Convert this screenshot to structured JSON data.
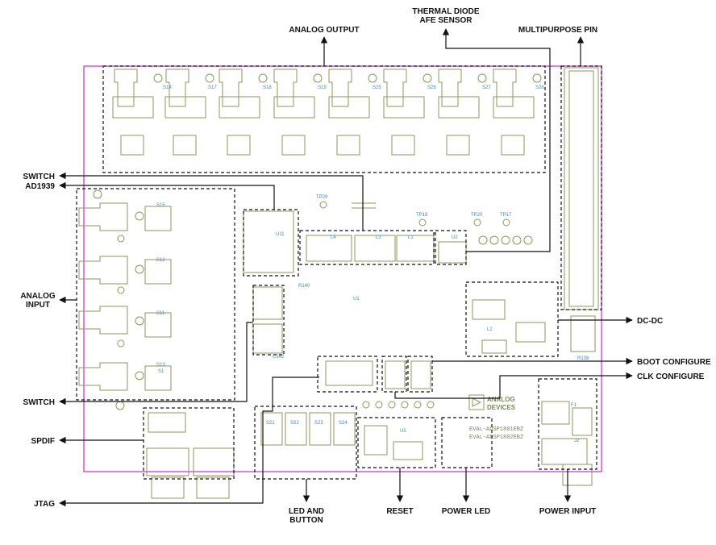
{
  "labels": {
    "analog_output": "ANALOG OUTPUT",
    "thermal_line1": "THERMAL DIODE",
    "thermal_line2": "AFE SENSOR",
    "multipurpose_pin": "MULTIPURPOSE PIN",
    "switch_top": "SWITCH",
    "ad1939": "AD1939",
    "analog_input_line1": "ANALOG",
    "analog_input_line2": "INPUT",
    "dc_dc": "DC-DC",
    "boot_configure": "BOOT CONFIGURE",
    "clk_configure": "CLK CONFIGURE",
    "switch_bottom": "SWITCH",
    "spdif": "SPDIF",
    "jtag": "JTAG",
    "led_line1": "LED AND",
    "led_line2": "BUTTON",
    "reset": "RESET",
    "power_led": "POWER LED",
    "power_input": "POWER INPUT"
  },
  "board": {
    "logo_line1": "ANALOG",
    "logo_line2": "DEVICES",
    "model_line1": "EVAL-ADSP1801EBZ",
    "model_line2": "EVAL-ADSP1802EBZ",
    "silk_labels": [
      "S14",
      "S17",
      "S18",
      "S19",
      "S25",
      "S26",
      "S27",
      "S28",
      "S15",
      "S12",
      "S11",
      "S13",
      "S1",
      "S21",
      "S22",
      "S23",
      "S24",
      "U11",
      "U1",
      "U2",
      "U5",
      "L1",
      "L2",
      "L3",
      "L4",
      "TP29",
      "TP18",
      "TP20",
      "TP17",
      "J2",
      "F1",
      "R138",
      "R140",
      "C142"
    ]
  },
  "colors": {
    "board_outline": "#e020e0",
    "silkscreen": "#8a9a5b",
    "pad_text": "#2f8fc6",
    "dashed_box": "#111111"
  }
}
